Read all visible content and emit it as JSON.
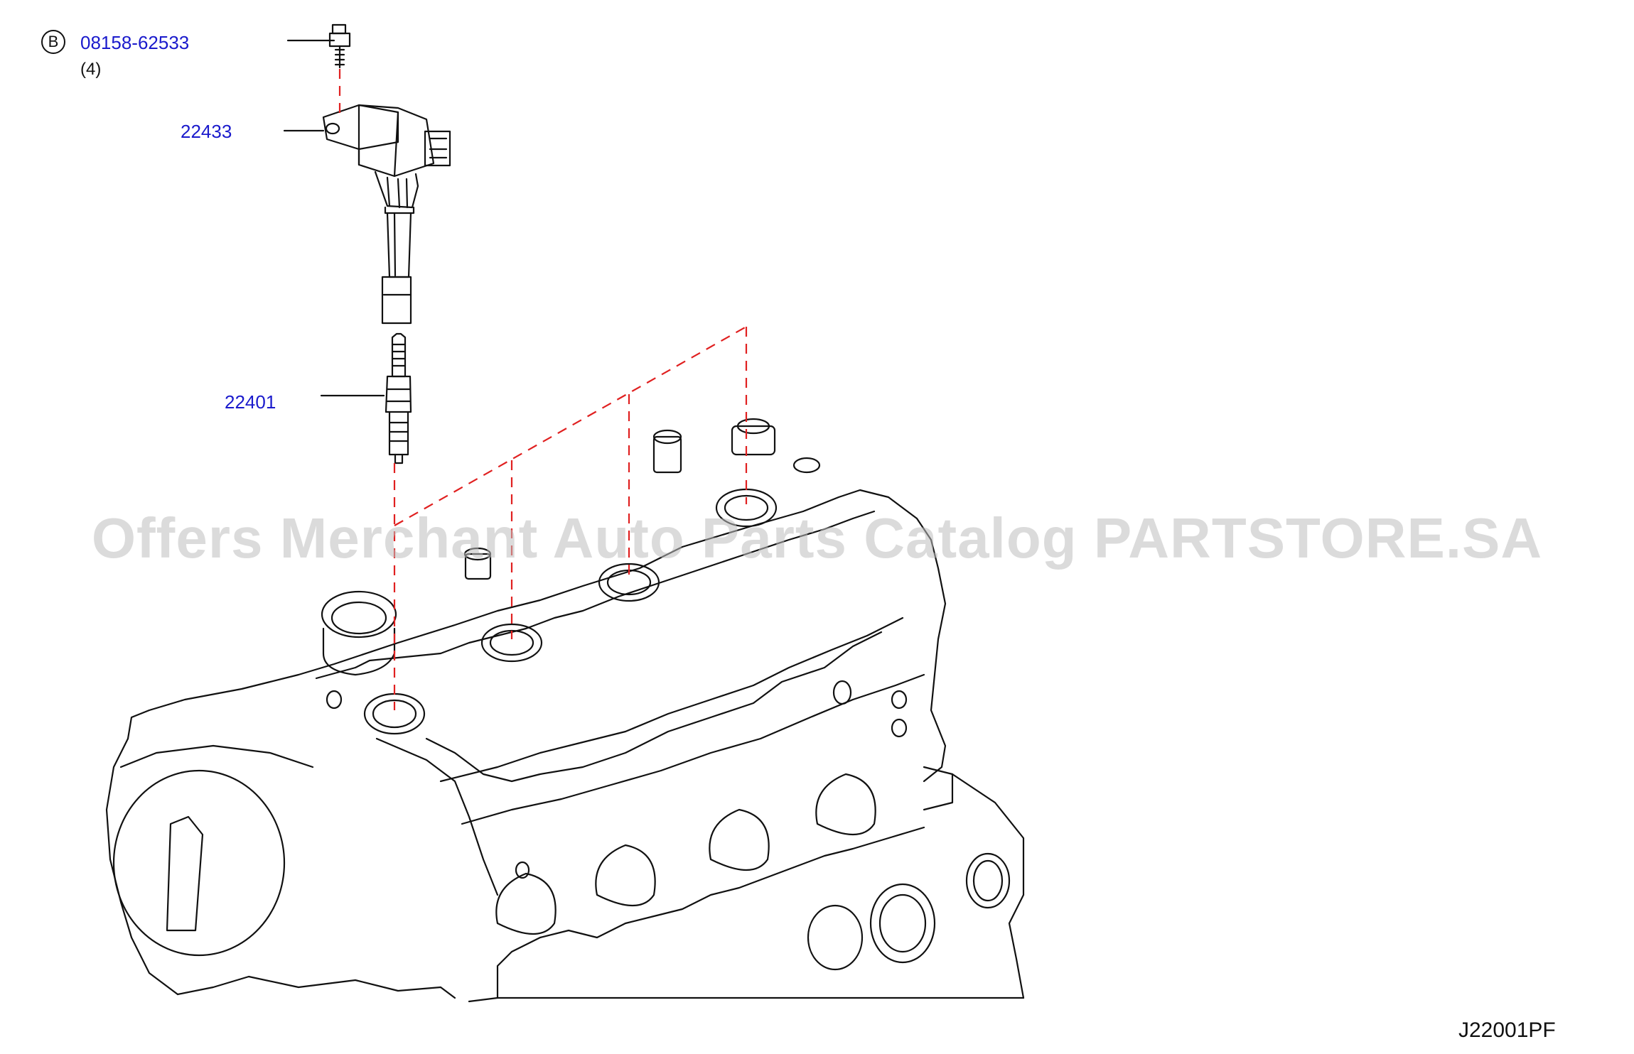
{
  "callouts": [
    {
      "id": "bolt",
      "part_number": "08158-62533",
      "quantity": "(4)",
      "marker": "B"
    },
    {
      "id": "ignition-coil",
      "part_number": "22433"
    },
    {
      "id": "spark-plug",
      "part_number": "22401"
    }
  ],
  "diagram_code": "J22001PF",
  "watermark": "Offers Merchant Auto Parts Catalog PARTSTORE.SA",
  "colors": {
    "link": "#1a1acc",
    "dashed": "#e02020",
    "line": "#111111"
  }
}
